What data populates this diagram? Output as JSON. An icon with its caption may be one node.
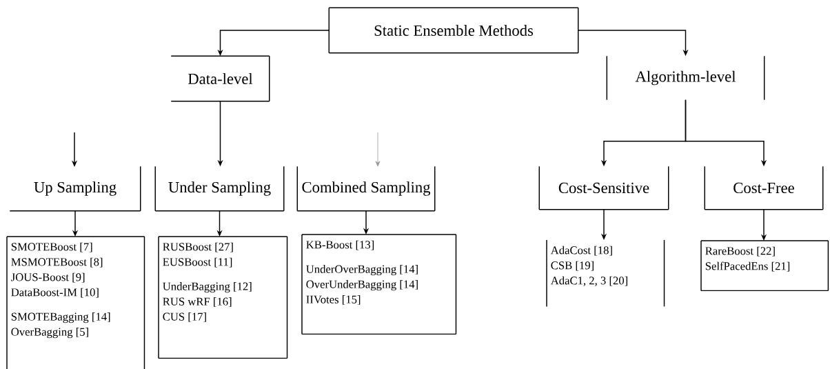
{
  "diagram": {
    "nodes": [
      {
        "text": [
          "Static Ensemble Methods"
        ]
      },
      {
        "text": [
          "Data-level"
        ]
      },
      {
        "text": [
          "Algorithm-level"
        ]
      },
      {
        "text": [
          "Up Sampling"
        ]
      },
      {
        "text": [
          "Under Sampling"
        ]
      },
      {
        "text": [
          "Combined Sampling"
        ]
      },
      {
        "text": [
          "Cost-Sensitive"
        ]
      },
      {
        "text": [
          "Cost-Free"
        ]
      },
      {
        "text": [
          "SMOTEBoost [7]",
          "MSMOTEBoost [8]",
          "JOUS-Boost [9]",
          "DataBoost-IM [10]",
          "SMOTEBagging [14]",
          "OverBagging [5]"
        ]
      },
      {
        "text": [
          "RUSBoost [27]",
          "EUSBoost [11]",
          "UnderBagging [12]",
          "RUS wRF [16]",
          "CUS [17]"
        ]
      },
      {
        "text": [
          "KB-Boost [13]",
          "UnderOverBagging [14]",
          "OverUnderBagging [14]",
          "IIVotes [15]"
        ]
      },
      {
        "text": [
          "AdaCost [18]",
          "CSB [19]",
          "AdaC1, 2, 3 [20]"
        ]
      },
      {
        "text": [
          "RareBoost [22]",
          "SelfPacedEns [21]"
        ]
      }
    ],
    "edges": [
      {
        "from": 0,
        "to": 1,
        "arrow": "to"
      },
      {
        "from": 0,
        "to": 2,
        "arrow": "to"
      },
      {
        "from": 1,
        "to": 4,
        "arrow": "to"
      },
      {
        "from": null,
        "to": 3,
        "arrow": "to"
      },
      {
        "from": null,
        "to": 5,
        "arrow": "to",
        "color": "#999999"
      },
      {
        "from": 2,
        "to": 6,
        "arrow": "to"
      },
      {
        "from": 2,
        "to": 7,
        "arrow": "to"
      },
      {
        "from": 3,
        "to": 8,
        "arrow": "to"
      },
      {
        "from": 4,
        "to": 9,
        "arrow": "to"
      },
      {
        "from": 5,
        "to": 10,
        "arrow": "to"
      },
      {
        "from": 6,
        "to": 11,
        "arrow": "to"
      },
      {
        "from": 7,
        "to": 12,
        "arrow": "to"
      }
    ]
  }
}
